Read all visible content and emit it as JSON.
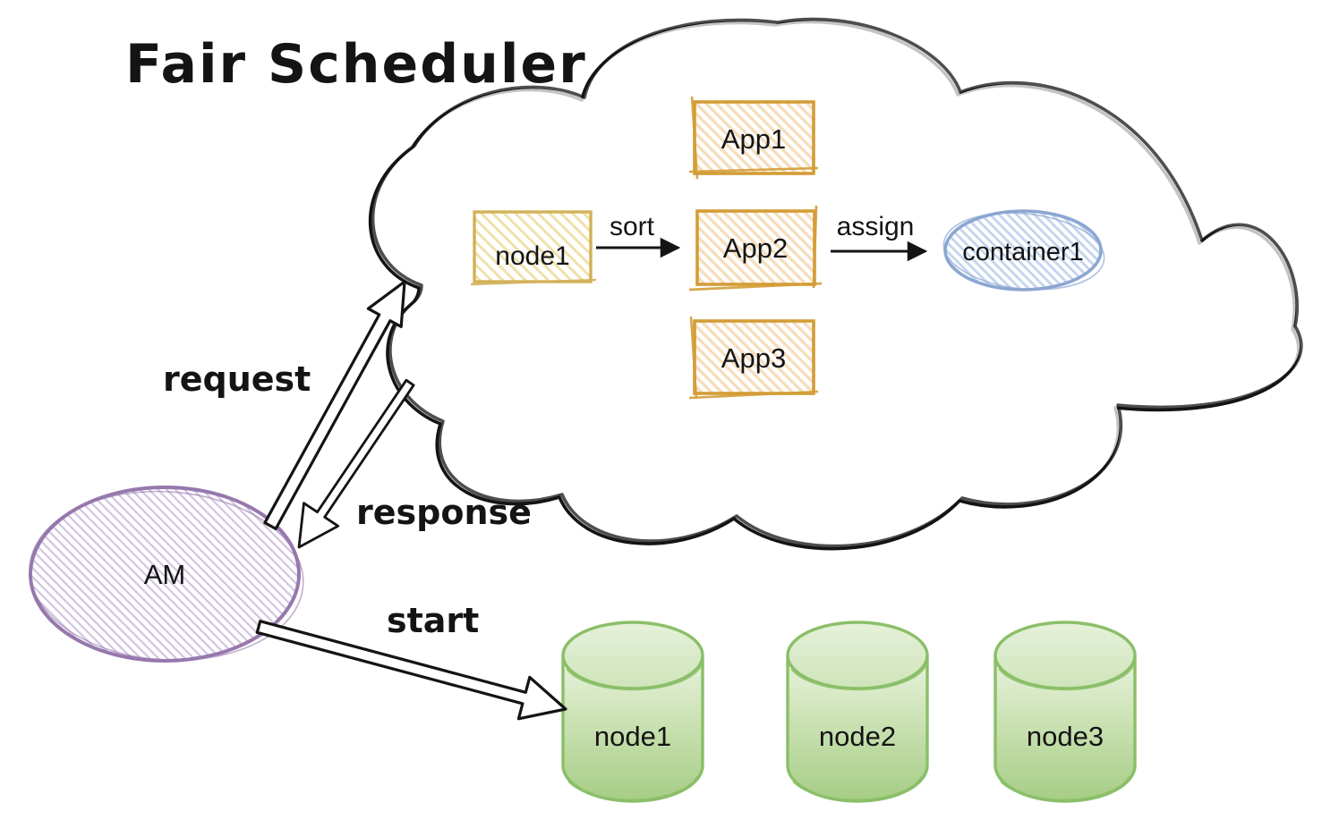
{
  "title": "Fair Scheduler",
  "scheduler_cloud": {
    "node_box": {
      "label": "node1"
    },
    "apps": [
      {
        "label": "App1"
      },
      {
        "label": "App2"
      },
      {
        "label": "App3"
      }
    ],
    "container": {
      "label": "container1"
    },
    "sort_label": "sort",
    "assign_label": "assign"
  },
  "am": {
    "label": "AM"
  },
  "flows": {
    "request": "request",
    "response": "response",
    "start": "start"
  },
  "cluster_nodes": [
    {
      "label": "node1"
    },
    {
      "label": "node2"
    },
    {
      "label": "node3"
    }
  ],
  "colors": {
    "ink": "#141414",
    "node_box_border": "#d2b159",
    "node_box_hatch": "#f0e0ab",
    "app_box_border": "#d49d36",
    "app_box_hatch": "#f6ddbb",
    "container_border": "#8ba6d2",
    "container_hatch": "#c4d4ee",
    "am_border": "#9678ad",
    "am_hatch": "#d2c5e0",
    "cylinder_border": "#8abf68",
    "cylinder_fill_top": "#e9f3df",
    "cylinder_fill_bottom": "#a6cd85"
  }
}
